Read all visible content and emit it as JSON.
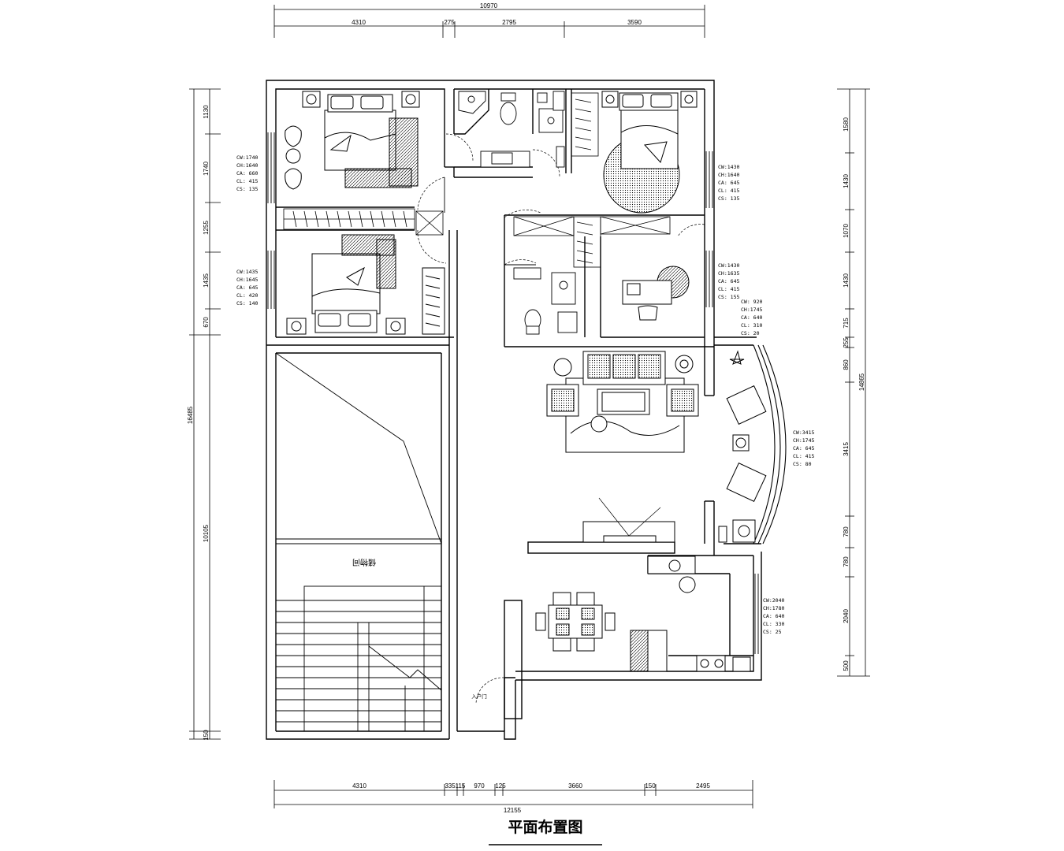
{
  "title": "平面布置图",
  "room_label": "储物间",
  "entrance_label": "入户门",
  "dims": {
    "top_total": "10970",
    "top": [
      "4310",
      "275",
      "2795",
      "3590"
    ],
    "bottom_total": "12155",
    "bottom": [
      "4310",
      "335",
      "115",
      "970",
      "125",
      "3660",
      "150",
      "2495"
    ],
    "left": [
      "1130",
      "1740",
      "1255",
      "1435",
      "670"
    ],
    "left_total_upper": "16485",
    "left_lower": "10105",
    "left_bottom": "150",
    "right": [
      "1580",
      "1430",
      "1070",
      "1430",
      "715",
      "255",
      "860",
      "3415",
      "780",
      "780",
      "2040",
      "500"
    ],
    "right_total": "14865"
  },
  "window_specs": [
    [
      "CW:1740",
      "CH:1640",
      "CA: 660",
      "CL: 415",
      "CS: 135"
    ],
    [
      "CW:1435",
      "CH:1645",
      "CA: 645",
      "CL: 420",
      "CS: 140"
    ],
    [
      "CW:1430",
      "CH:1640",
      "CA: 645",
      "CL: 415",
      "CS: 135"
    ],
    [
      "CW:1430",
      "CH:1635",
      "CA: 645",
      "CL: 415",
      "CS: 155"
    ],
    [
      "CW: 920",
      "CH:1745",
      "CA: 640",
      "CL: 310",
      "CS: 20"
    ],
    [
      "CW:3415",
      "CH:1745",
      "CA: 645",
      "CL: 415",
      "CS: 80"
    ],
    [
      "CW:2040",
      "CH:1780",
      "CA: 640",
      "CL: 330",
      "CS: 25"
    ]
  ]
}
